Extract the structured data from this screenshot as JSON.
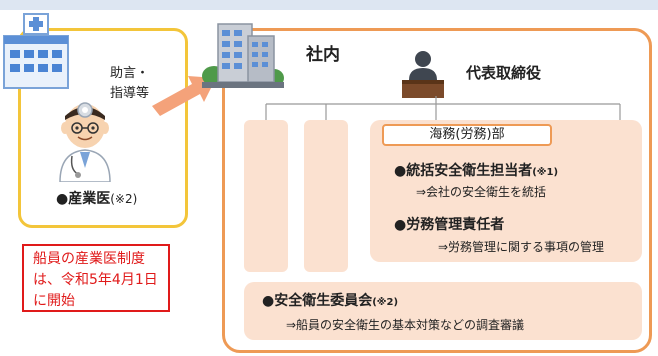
{
  "advice": {
    "line1": "助言・",
    "line2": "指導等"
  },
  "physician": {
    "label": "●産業医",
    "note": "(※2)"
  },
  "notice": {
    "line1": "船員の産業医制度",
    "line2": "は、令和5年4月1日",
    "line3": "に開始",
    "color": "#e01a1a"
  },
  "company": {
    "label": "社内",
    "representative": "代表取締役",
    "department": "海務(労務)部",
    "roles": [
      {
        "title": "●統括安全衛生担当者",
        "note": "(※1)",
        "desc": "⇒会社の安全衛生を統括"
      },
      {
        "title": "●労務管理責任者",
        "note": "",
        "desc": "⇒労務管理に関する事項の管理"
      }
    ],
    "committee": {
      "title": "●安全衛生委員会",
      "note": "(※2)",
      "desc": "⇒船員の安全衛生の基本対策などの調査審議"
    }
  },
  "colors": {
    "physician_frame": "#f3c53a",
    "company_frame": "#ee9a55",
    "panel_fill": "#fbe1d0",
    "arrow": "#f4a27a"
  },
  "icons": [
    "hospital-icon",
    "company-building-icon",
    "doctor-icon",
    "representative-icon",
    "arrow-icon"
  ]
}
